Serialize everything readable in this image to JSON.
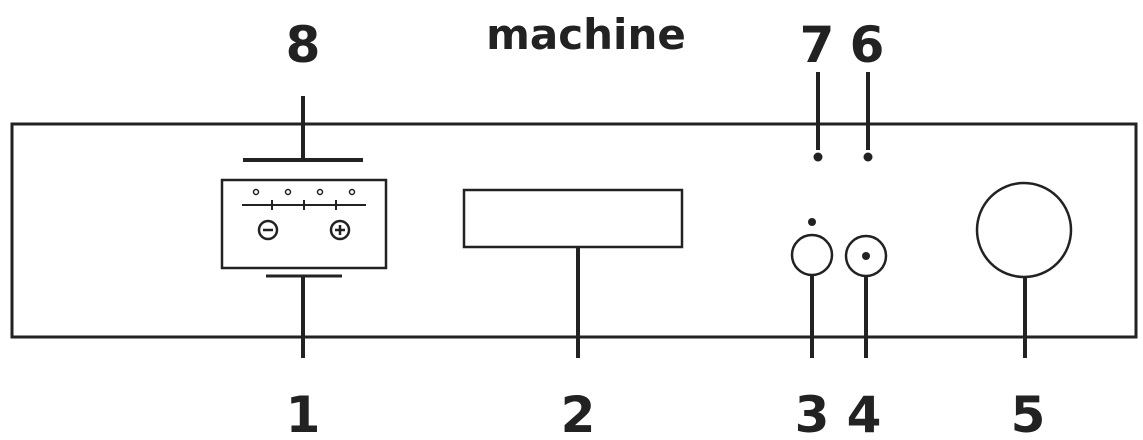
{
  "title": "machine",
  "callouts": {
    "c1": "1",
    "c2": "2",
    "c3": "3",
    "c4": "4",
    "c5": "5",
    "c6": "6",
    "c7": "7",
    "c8": "8"
  },
  "symbols": {
    "minus": "minus-button-icon",
    "plus": "plus-button-icon"
  },
  "colors": {
    "ink": "#222222",
    "background": "#ffffff"
  }
}
